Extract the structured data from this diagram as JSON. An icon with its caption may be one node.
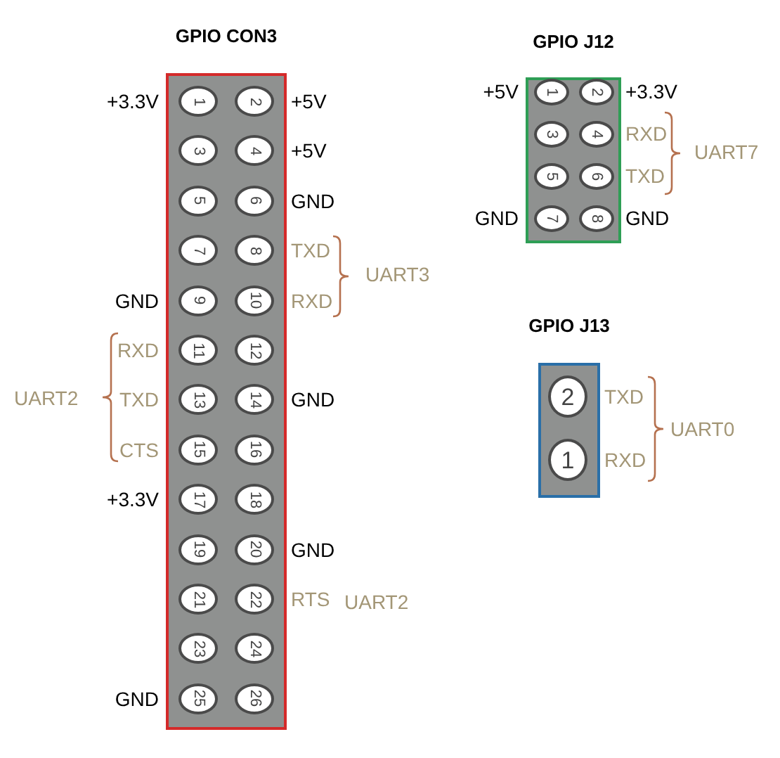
{
  "diagram": {
    "nodes": [
      {
        "text": [
          "GPIO CON3"
        ]
      },
      {
        "text": [
          "1"
        ],
        "in": 0,
        "beside": [
          "+3.3V"
        ]
      },
      {
        "text": [
          "2"
        ],
        "in": 0,
        "beside": [
          "+5V"
        ]
      },
      {
        "text": [
          "3"
        ],
        "in": 0
      },
      {
        "text": [
          "4"
        ],
        "in": 0,
        "beside": [
          "+5V"
        ]
      },
      {
        "text": [
          "5"
        ],
        "in": 0
      },
      {
        "text": [
          "6"
        ],
        "in": 0,
        "beside": [
          "GND"
        ]
      },
      {
        "text": [
          "7"
        ],
        "in": 0
      },
      {
        "text": [
          "8"
        ],
        "in": 0,
        "beside": [
          "TXD"
        ]
      },
      {
        "text": [
          "9"
        ],
        "in": 0,
        "beside": [
          "GND"
        ]
      },
      {
        "text": [
          "10"
        ],
        "in": 0,
        "beside": [
          "RXD"
        ]
      },
      {
        "text": [
          "11"
        ],
        "in": 0,
        "beside": [
          "RXD"
        ]
      },
      {
        "text": [
          "12"
        ],
        "in": 0
      },
      {
        "text": [
          "13"
        ],
        "in": 0,
        "beside": [
          "TXD"
        ]
      },
      {
        "text": [
          "14"
        ],
        "in": 0,
        "beside": [
          "GND"
        ]
      },
      {
        "text": [
          "15"
        ],
        "in": 0,
        "beside": [
          "CTS"
        ]
      },
      {
        "text": [
          "16"
        ],
        "in": 0
      },
      {
        "text": [
          "17"
        ],
        "in": 0,
        "beside": [
          "+3.3V"
        ]
      },
      {
        "text": [
          "18"
        ],
        "in": 0
      },
      {
        "text": [
          "19"
        ],
        "in": 0
      },
      {
        "text": [
          "20"
        ],
        "in": 0,
        "beside": [
          "GND"
        ]
      },
      {
        "text": [
          "21"
        ],
        "in": 0
      },
      {
        "text": [
          "22"
        ],
        "in": 0,
        "beside": [
          "RTS"
        ]
      },
      {
        "text": [
          "23"
        ],
        "in": 0
      },
      {
        "text": [
          "24"
        ],
        "in": 0
      },
      {
        "text": [
          "25"
        ],
        "in": 0,
        "beside": [
          "GND"
        ]
      },
      {
        "text": [
          "26"
        ],
        "in": 0
      },
      {
        "text": [
          "GPIO J12"
        ]
      },
      {
        "text": [
          "1"
        ],
        "in": 27,
        "beside": [
          "+5V"
        ]
      },
      {
        "text": [
          "2"
        ],
        "in": 27,
        "beside": [
          "+3.3V"
        ]
      },
      {
        "text": [
          "3"
        ],
        "in": 27
      },
      {
        "text": [
          "4"
        ],
        "in": 27,
        "beside": [
          "RXD"
        ]
      },
      {
        "text": [
          "5"
        ],
        "in": 27
      },
      {
        "text": [
          "6"
        ],
        "in": 27,
        "beside": [
          "TXD"
        ]
      },
      {
        "text": [
          "7"
        ],
        "in": 27,
        "beside": [
          "GND"
        ]
      },
      {
        "text": [
          "8"
        ],
        "in": 27,
        "beside": [
          "GND"
        ]
      },
      {
        "text": [
          "GPIO J13"
        ]
      },
      {
        "text": [
          "2"
        ],
        "in": 36,
        "beside": [
          "TXD"
        ]
      },
      {
        "text": [
          "1"
        ],
        "in": 36,
        "beside": [
          "RXD"
        ]
      }
    ],
    "labels": [
      "UART7",
      "UART3",
      "UART2",
      "UART0",
      "UART2"
    ]
  }
}
